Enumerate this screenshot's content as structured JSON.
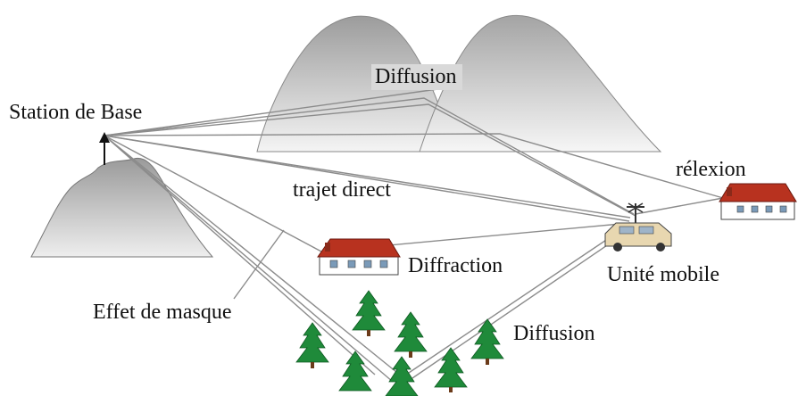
{
  "labels": {
    "station": "Station de Base",
    "diffusion_top": "Diffusion",
    "trajet_direct": "trajet direct",
    "relexion": "rélexion",
    "diffraction": "Diffraction",
    "unite_mobile": "Unité mobile",
    "effet_masque": "Effet de masque",
    "diffusion_bottom": "Diffusion"
  },
  "colors": {
    "mountain_light": "#f2f2f2",
    "mountain_dark": "#a9a9a9",
    "roof": "#b8321f",
    "wall": "#ffffff",
    "tree": "#1f8a3a",
    "ray": "#8c8c8c",
    "label_highlight": "#d9d9d9"
  }
}
